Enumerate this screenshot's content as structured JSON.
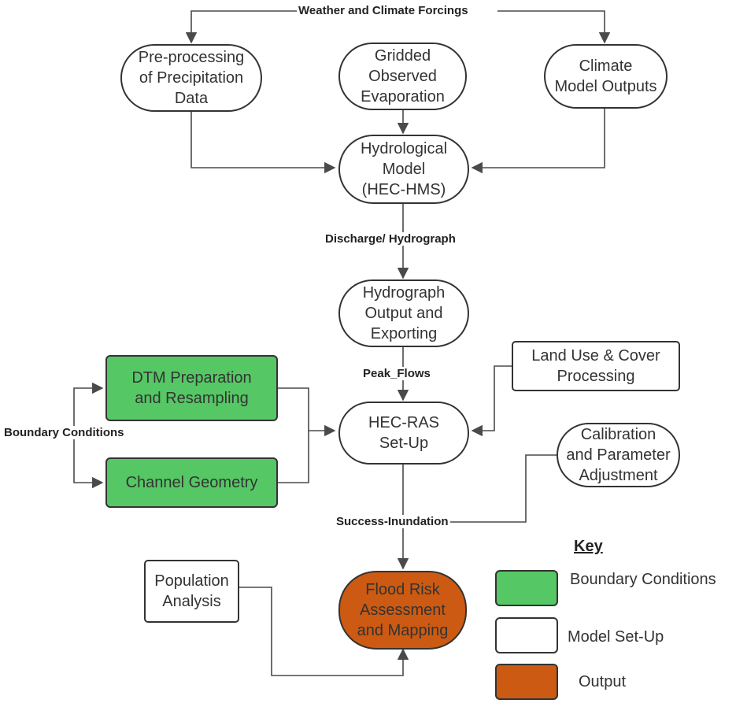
{
  "labels": {
    "top": "Weather and Climate Forcings",
    "discharge": "Discharge/ Hydrograph",
    "peak": "Peak_Flows",
    "boundary": "Boundary Conditions",
    "success": "Success-Inundation"
  },
  "nodes": {
    "precip": "Pre-processing\nof Precipitation\nData",
    "evap": "Gridded\nObserved\nEvaporation",
    "climate": "Climate\nModel Outputs",
    "hms": "Hydrological\nModel\n(HEC-HMS)",
    "hydrograph": "Hydrograph\nOutput and\nExporting",
    "landuse": "Land Use & Cover\nProcessing",
    "dtm": "DTM Preparation\nand Resampling",
    "ras": "HEC-RAS\nSet-Up",
    "calibration": "Calibration\nand Parameter\nAdjustment",
    "channel": "Channel Geometry",
    "population": "Population\nAnalysis",
    "flood": "Flood Risk\nAssessment\nand Mapping"
  },
  "key": {
    "title": "Key",
    "items": [
      {
        "label": "Boundary Conditions",
        "color": "#55c764"
      },
      {
        "label": "Model Set-Up",
        "color": "#ffffff"
      },
      {
        "label": "Output",
        "color": "#cc5a12"
      }
    ]
  },
  "colors": {
    "line": "#4a4a4a",
    "green": "#55c764",
    "orange": "#cc5a12"
  }
}
